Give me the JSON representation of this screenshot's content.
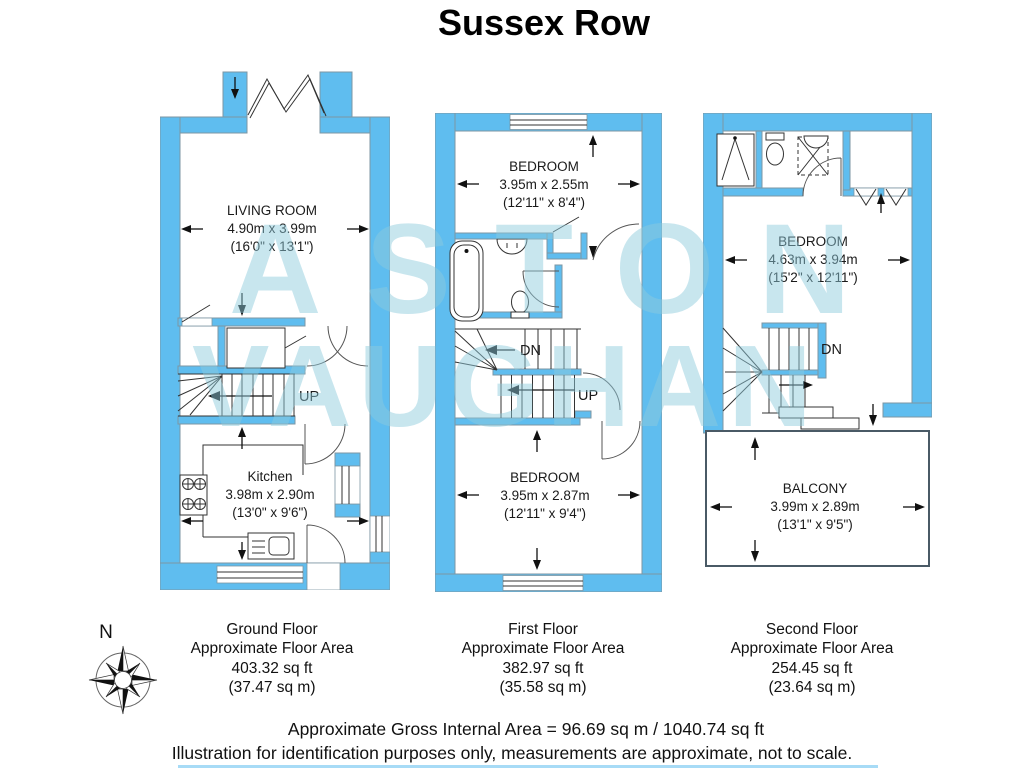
{
  "title": "Sussex Row",
  "watermark": {
    "line1": "ASTON",
    "line2": "VAUGHAN"
  },
  "compass": {
    "north_label": "N"
  },
  "floors": [
    {
      "name": "Ground Floor",
      "rooms": [
        {
          "name": "LIVING ROOM",
          "dim_metric": "4.90m x 3.99m",
          "dim_imperial": "(16'0\" x 13'1\")"
        },
        {
          "name": "Kitchen",
          "dim_metric": "3.98m x 2.90m",
          "dim_imperial": "(13'0\" x 9'6\")"
        }
      ],
      "stairs": {
        "up": "UP"
      },
      "caption": {
        "floor": "Ground Floor",
        "area_label": "Approximate Floor Area",
        "area_sqft": "403.32 sq ft",
        "area_sqm": "(37.47 sq m)"
      }
    },
    {
      "name": "First Floor",
      "rooms": [
        {
          "name": "BEDROOM",
          "dim_metric": "3.95m x 2.55m",
          "dim_imperial": "(12'11\" x 8'4\")"
        },
        {
          "name": "BEDROOM",
          "dim_metric": "3.95m x 2.87m",
          "dim_imperial": "(12'11\" x 9'4\")"
        }
      ],
      "stairs": {
        "up": "UP",
        "down": "DN"
      },
      "caption": {
        "floor": "First Floor",
        "area_label": "Approximate Floor Area",
        "area_sqft": "382.97 sq ft",
        "area_sqm": "(35.58 sq m)"
      }
    },
    {
      "name": "Second Floor",
      "rooms": [
        {
          "name": "BEDROOM",
          "dim_metric": "4.63m x 3.94m",
          "dim_imperial": "(15'2\" x 12'11\")"
        },
        {
          "name": "BALCONY",
          "dim_metric": "3.99m x 2.89m",
          "dim_imperial": "(13'1\" x 9'5\")"
        }
      ],
      "stairs": {
        "down": "DN"
      },
      "caption": {
        "floor": "Second Floor",
        "area_label": "Approximate Floor Area",
        "area_sqft": "254.45 sq ft",
        "area_sqm": "(23.64 sq m)"
      }
    }
  ],
  "footer": {
    "line1": "Approximate Gross Internal Area = 96.69 sq m / 1040.74 sq ft",
    "line2": "Illustration for identification purposes only, measurements are approximate, not to scale."
  },
  "colors": {
    "wall_fill": "#5fbdef",
    "wall_outline": "#7d96a3",
    "watermark": "#8ecbdd",
    "line": "#333333"
  }
}
